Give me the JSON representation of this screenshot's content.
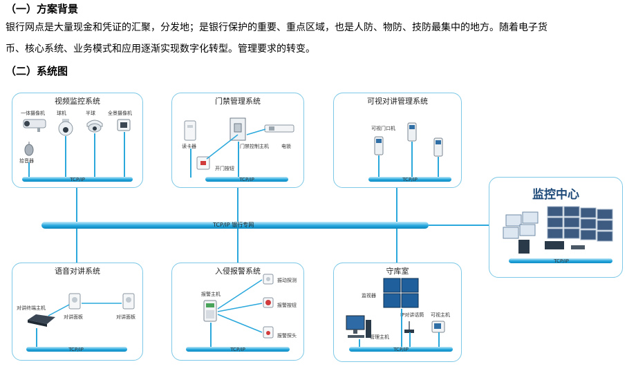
{
  "heading1": "（一）方案背景",
  "paragraph_line1": "银行网点是大量现金和凭证的汇聚，分发地；是银行保护的重要、重点区域，也是人防、物防、技防最集中的地方。随着电子货",
  "paragraph_line2": "币、核心系统、业务模式和应用逐渐实现数字化转型。管理要求的转变。",
  "heading2": "（二）系统图",
  "diagram": {
    "main_bus_label": "TCP/IP 银行专网",
    "bus_label": "TCP/IP",
    "video": {
      "title": "视频监控系统",
      "labels": [
        "一体摄像机",
        "球机",
        "半球",
        "全景摄像机",
        "拾音器"
      ]
    },
    "access": {
      "title": "门禁管理系统",
      "labels": [
        "读卡器",
        "门禁控制主机",
        "电锁",
        "开门按钮"
      ]
    },
    "visual_intercom": {
      "title": "可视对讲管理系统",
      "labels": [
        "可视门口机"
      ]
    },
    "center": {
      "title": "监控中心"
    },
    "voice": {
      "title": "语音对讲系统",
      "labels": [
        "对讲终端主机",
        "对讲面板",
        "对讲面板"
      ]
    },
    "alarm": {
      "title": "入侵报警系统",
      "labels": [
        "报警主机",
        "振动探测",
        "报警按钮",
        "报警探头"
      ]
    },
    "vault": {
      "title": "守库室",
      "labels": [
        "监视器",
        "IP对讲话筒",
        "可视主机",
        "管理主机"
      ]
    }
  }
}
